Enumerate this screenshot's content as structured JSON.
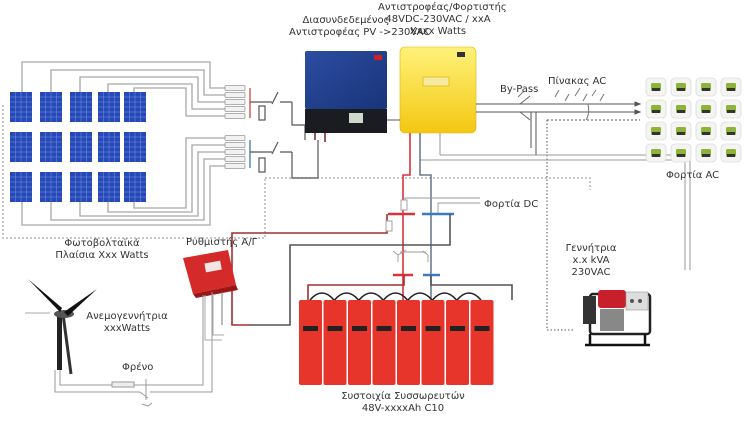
{
  "title": "Off-grid hybrid PV / wind / generator system diagram",
  "components": {
    "pv_array": {
      "label_lines": [
        "Φωτοβολταϊκά",
        "Πλαίσια Xxx Watts"
      ],
      "rows": 3,
      "columns": 5
    },
    "grid_inverter": {
      "label_lines": [
        "Διασυνδεδεμένος",
        "Αντιστροφέας PV ->230VAC"
      ],
      "color": "#1f3f8f"
    },
    "battery_inverter": {
      "label_lines": [
        "Αντιστροφέας/Φορτιστής",
        "48VDC-230VAC / xxA",
        "Xxxx Watts"
      ],
      "color": "#f6d31e"
    },
    "bypass": {
      "label": "By-Pass"
    },
    "ac_panel": {
      "label": "Πίνακας AC"
    },
    "ac_loads": {
      "label": "Φορτία AC",
      "icons": [
        "kettle-icon",
        "toaster-icon",
        "mixer-icon",
        "oven-icon",
        "coffee-machine-icon",
        "microwave-icon",
        "hair-dryer-icon",
        "fridge-icon",
        "blender-icon",
        "washing-machine-icon",
        "vacuum-icon",
        "fan-icon",
        "table-lamp-icon",
        "iron-icon",
        "satellite-dish-icon",
        "tv-icon"
      ],
      "accent": "#8db33a"
    },
    "dc_loads": {
      "label": "Φορτία DC"
    },
    "charge_controller": {
      "label": "Ρυθμιστής Α/Γ",
      "color": "#d42a2a"
    },
    "wind_turbine": {
      "label_lines": [
        "Ανεμογεννήτρια",
        "xxxWatts"
      ]
    },
    "brake": {
      "label": "Φρένο"
    },
    "generator": {
      "label_lines": [
        "Γεννήτρια",
        "x.x kVA",
        "230VAC"
      ],
      "color": "#c8202a"
    },
    "battery_bank": {
      "label_lines": [
        "Συστοιχία Συσσωρευτών",
        "48V-xxxxAh C10"
      ],
      "cells": 8,
      "color": "#e8352b"
    }
  },
  "colors": {
    "positive": "#d9343a",
    "negative": "#3b7bbf",
    "wire": "#9a9a9a",
    "dark_wire": "#555555"
  }
}
